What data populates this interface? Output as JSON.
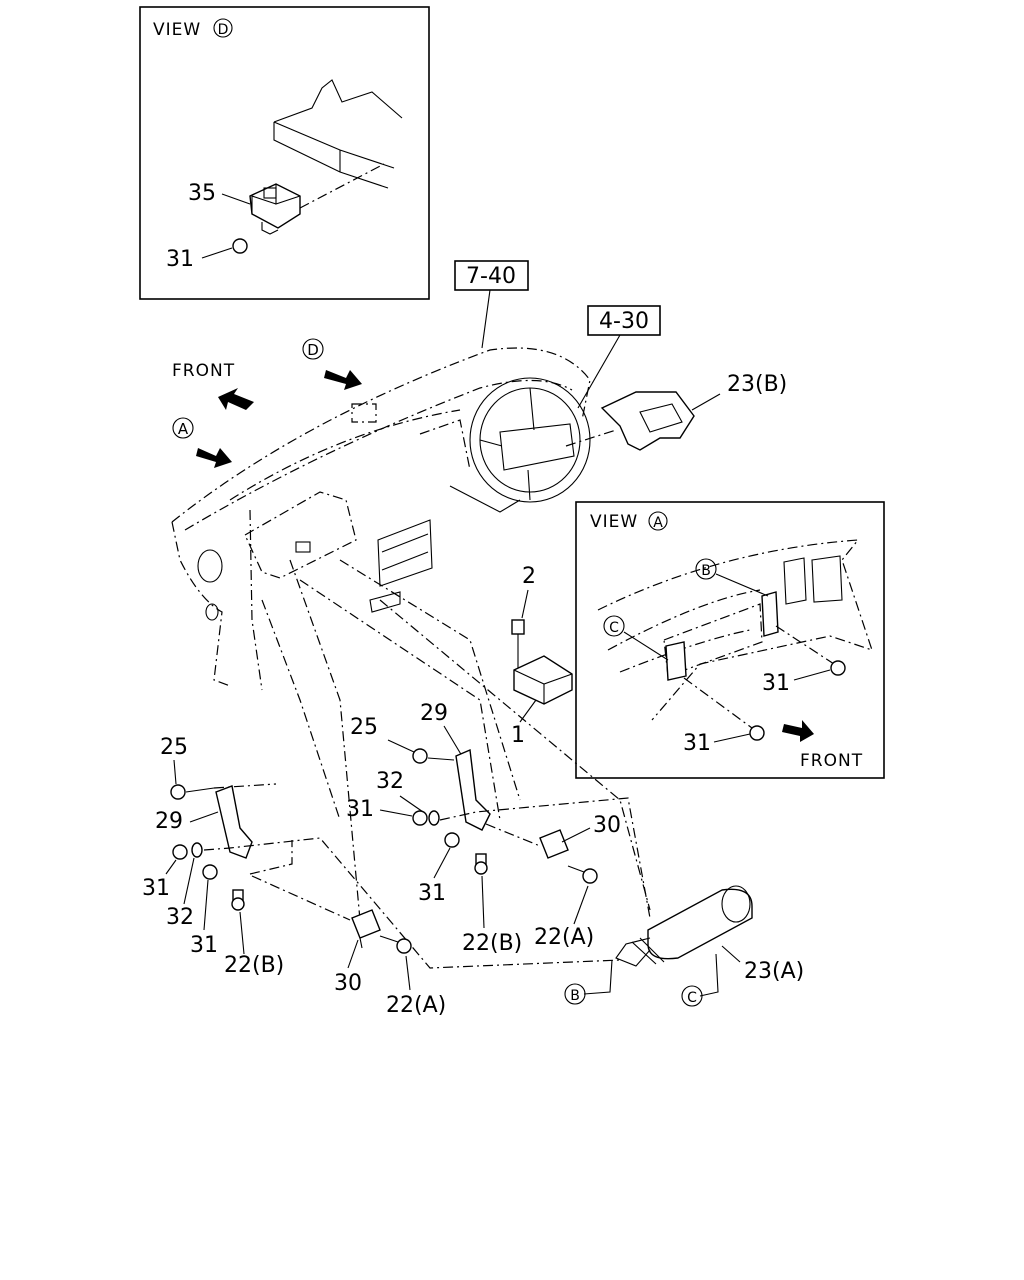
{
  "diagram": {
    "view_d": {
      "title": "VIEW",
      "circle": "D",
      "labels": [
        "35",
        "31"
      ]
    },
    "view_a": {
      "title": "VIEW",
      "circle": "A",
      "labels": [
        "B",
        "C",
        "31",
        "31"
      ],
      "front": "FRONT"
    },
    "refs": {
      "ref1": "7-40",
      "ref2": "4-30"
    },
    "front_main": "FRONT",
    "arrow_d": "D",
    "arrow_a": "A",
    "part_labels": {
      "p23b": "23(B)",
      "p2": "2",
      "p1": "1",
      "p25_left": "25",
      "p29_left": "29",
      "p31_left_a": "31",
      "p32_left": "32",
      "p31_left_b": "31",
      "p22b_left": "22(B)",
      "p30_left": "30",
      "p22a_left": "22(A)",
      "p25_mid": "25",
      "p29_mid": "29",
      "p32_mid": "32",
      "p31_mid_a": "31",
      "p31_mid_b": "31",
      "p22b_mid": "22(B)",
      "p22a_mid": "22(A)",
      "p30_mid": "30",
      "p23a": "23(A)",
      "conn_b": "B",
      "conn_c": "C"
    }
  }
}
